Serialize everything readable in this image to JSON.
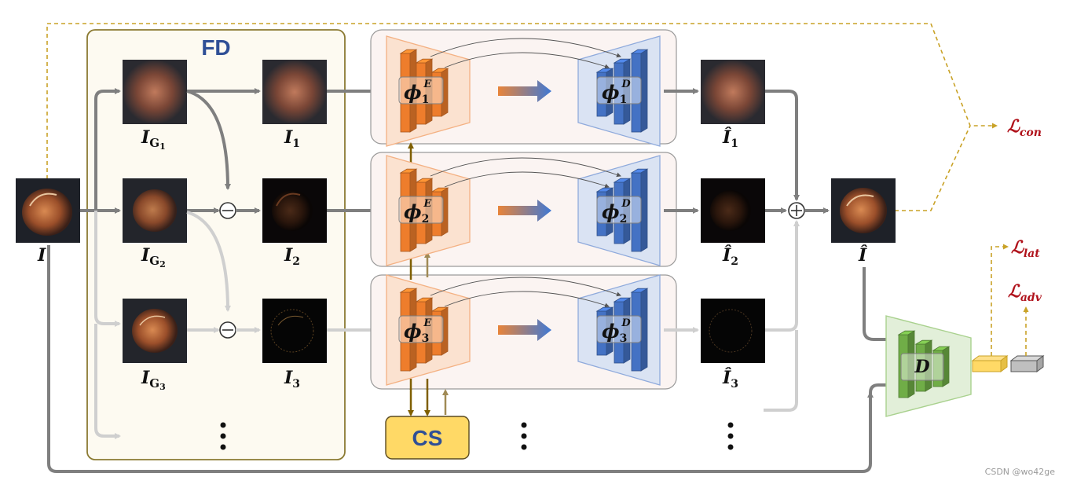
{
  "modules": {
    "fd": "FD",
    "cs": "CS",
    "discriminator": "D"
  },
  "inputs": {
    "input_main": "I",
    "g1": "I",
    "g1_sub": "G",
    "g1_idx": "1",
    "g2": "I",
    "g2_sub": "G",
    "g2_idx": "2",
    "g3": "I",
    "g3_sub": "G",
    "g3_idx": "3",
    "band1": "I",
    "band1_idx": "1",
    "band2": "I",
    "band2_idx": "2",
    "band3": "I",
    "band3_idx": "3"
  },
  "outputs": {
    "rec1": "Î",
    "rec1_idx": "1",
    "rec2": "Î",
    "rec2_idx": "2",
    "rec3": "Î",
    "rec3_idx": "3",
    "final": "Î"
  },
  "encoders": [
    {
      "phi": "ϕ",
      "idx": "1",
      "sup": "E"
    },
    {
      "phi": "ϕ",
      "idx": "2",
      "sup": "E"
    },
    {
      "phi": "ϕ",
      "idx": "3",
      "sup": "E"
    }
  ],
  "decoders": [
    {
      "phi": "ϕ",
      "idx": "1",
      "sup": "D"
    },
    {
      "phi": "ϕ",
      "idx": "2",
      "sup": "D"
    },
    {
      "phi": "ϕ",
      "idx": "3",
      "sup": "D"
    }
  ],
  "losses": {
    "con": "ℒ",
    "con_sub": "con",
    "lat": "ℒ",
    "lat_sub": "lat",
    "adv": "ℒ",
    "adv_sub": "adv"
  },
  "watermark": "CSDN @wo42ge",
  "colors": {
    "fd_fill": "#fdfaf1",
    "fd_border": "#8b7a32",
    "encoder": "#ee7d2c",
    "decoder": "#4472c4",
    "discriminator": "#70ad47",
    "cs_fill": "#ffd966",
    "loss": "#b0121b",
    "arrow_dark": "#7f7f7f",
    "arrow_light": "#cfcfcf",
    "brown": "#7f5f00",
    "dashed": "#c9a227"
  }
}
